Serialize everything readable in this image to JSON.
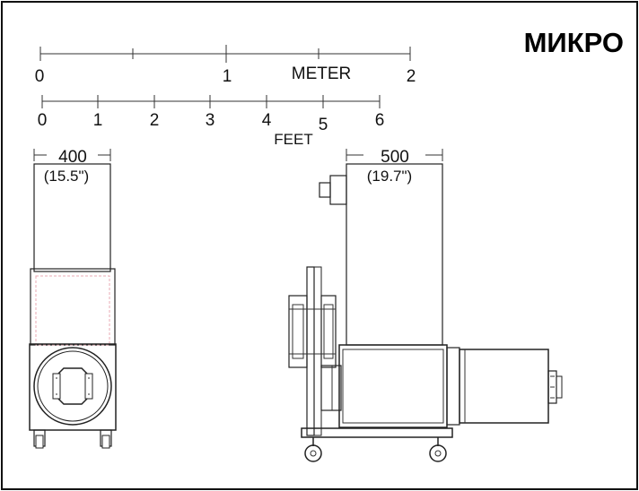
{
  "title": "МИКРО",
  "meter_scale": {
    "ticks": [
      "0",
      "1",
      "2"
    ],
    "unit_label": "METER"
  },
  "feet_scale": {
    "ticks": [
      "0",
      "1",
      "2",
      "3",
      "4",
      "5",
      "6"
    ],
    "unit_label": "FEET"
  },
  "front_view": {
    "width_mm": "400",
    "width_in": "(15.5\")"
  },
  "side_view": {
    "width_mm": "500",
    "width_in": "(19.7\")"
  }
}
